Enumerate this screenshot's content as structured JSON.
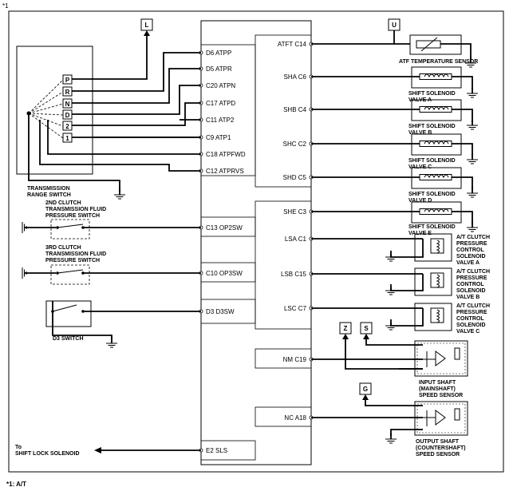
{
  "header_mark": "*1",
  "footnote": "*1: A/T",
  "ecu_pins_left": [
    "D6 ATPP",
    "D5 ATPR",
    "C20 ATPN",
    "C17 ATPD",
    "C11 ATP2",
    "C9 ATP1",
    "C18 ATPFWD",
    "C12 ATPRVS",
    "C13 OP2SW",
    "C10 OP3SW",
    "D3 D3SW",
    "E2 SLS"
  ],
  "ecu_pins_right": [
    "ATFT C14",
    "SHA C6",
    "SHB C4",
    "SHC C2",
    "SHD C5",
    "SHE C3",
    "LSA C1",
    "LSB C15",
    "LSC C7",
    "NM C19",
    "NC A18"
  ],
  "range_positions": [
    "P",
    "R",
    "N",
    "D",
    "2",
    "1"
  ],
  "connectors": {
    "l": "L",
    "u": "U",
    "z": "Z",
    "s": "S",
    "g": "G"
  },
  "labels": {
    "trs": [
      "TRANSMISSION",
      "RANGE SWITCH"
    ],
    "op2": [
      "2ND CLUTCH",
      "TRANSMISSION FLUID",
      "PRESSURE SWITCH"
    ],
    "op3": [
      "3RD CLUTCH",
      "TRANSMISSION FLUID",
      "PRESSURE SWITCH"
    ],
    "d3": "D3 SWITCH",
    "sls": [
      "To",
      "SHIFT LOCK SOLENOID"
    ],
    "atft": "ATF TEMPERATURE SENSOR",
    "sha": [
      "SHIFT SOLENOID",
      "VALVE A"
    ],
    "shb": [
      "SHIFT SOLENOID",
      "VALVE B"
    ],
    "shc": [
      "SHIFT SOLENOID",
      "VALVE C"
    ],
    "shd": [
      "SHIFT SOLENOID",
      "VALVE D"
    ],
    "she": [
      "SHIFT SOLENOID",
      "VALVE E"
    ],
    "lsa": [
      "A/T CLUTCH",
      "PRESSURE",
      "CONTROL",
      "SOLENOID",
      "VALVE A"
    ],
    "lsb": [
      "A/T CLUTCH",
      "PRESSURE",
      "CONTROL",
      "SOLENOID",
      "VALVE B"
    ],
    "lsc": [
      "A/T CLUTCH",
      "PRESSURE",
      "CONTROL",
      "SOLENOID",
      "VALVE C"
    ],
    "nm": [
      "INPUT SHAFT",
      "(MAINSHAFT)",
      "SPEED SENSOR"
    ],
    "nc": [
      "OUTPUT SHAFT",
      "(COUNTERSHAFT)",
      "SPEED SENSOR"
    ]
  }
}
